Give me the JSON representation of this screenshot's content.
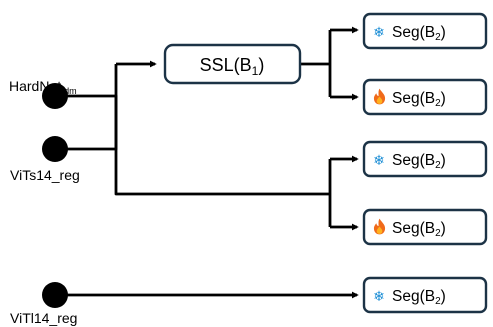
{
  "colors": {
    "box_stroke": "#1c3346",
    "snowflake": "#1e8fd6",
    "flame_outer": "#f06a1a",
    "flame_inner": "#ffb21e"
  },
  "sources": {
    "hardnet": {
      "label": "HardNet",
      "sub": "rdm"
    },
    "vits14": {
      "label": "ViTs14_reg"
    },
    "vitl14": {
      "label": "ViTl14_reg"
    }
  },
  "ssl_node": {
    "label": "SSL(B",
    "sub": "1",
    "close": ")"
  },
  "seg_nodes": [
    {
      "icon": "snowflake-icon",
      "label": "Seg(B",
      "sub": "2",
      "close": ")"
    },
    {
      "icon": "fire-icon",
      "label": "Seg(B",
      "sub": "2",
      "close": ")"
    },
    {
      "icon": "snowflake-icon",
      "label": "Seg(B",
      "sub": "2",
      "close": ")"
    },
    {
      "icon": "fire-icon",
      "label": "Seg(B",
      "sub": "2",
      "close": ")"
    },
    {
      "icon": "snowflake-icon",
      "label": "Seg(B",
      "sub": "2",
      "close": ")"
    }
  ]
}
